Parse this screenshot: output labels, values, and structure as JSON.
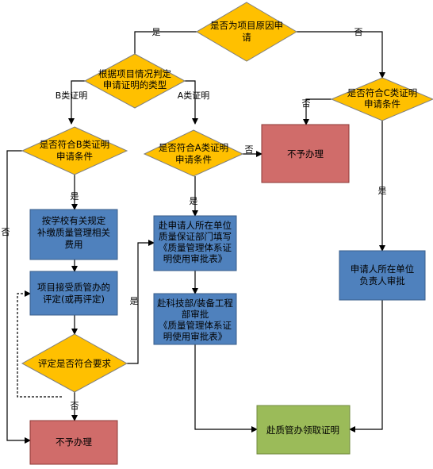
{
  "decisions": {
    "project_reason": [
      "是否为项目原因申",
      "请"
    ],
    "cert_type": [
      "根据项目情况判定",
      "申请证明的类型"
    ],
    "b_conditions": [
      "是否符合B类证明",
      "申请条件"
    ],
    "a_conditions": [
      "是否符合A类证明",
      "申请条件"
    ],
    "c_conditions": [
      "是否符合C类证明",
      "申请条件"
    ],
    "meets_requirement": [
      "评定是否符合要求"
    ]
  },
  "processes": {
    "reject_top": [
      "不予办理"
    ],
    "reject_bottom": [
      "不予办理"
    ],
    "pay_fees": [
      "按学校有关规定",
      "补缴质量管理相关",
      "费用"
    ],
    "accept_evaluation": [
      "项目接受质管办的",
      "评定(或再评定)"
    ],
    "fill_form": [
      "赴申请人所在单位",
      "质量保证部门填写",
      "《质量管理体系证",
      "明使用审批表》"
    ],
    "dept_approval": [
      "赴科技部/装备工程",
      "部审批",
      "《质量管理体系证",
      "明使用审批表》"
    ],
    "unit_approval": [
      "申请人所在单位",
      "负责人审批"
    ],
    "collect_cert": [
      "赴质管办领取证明"
    ]
  },
  "edge_labels": {
    "yes_left": "是",
    "no_right": "否",
    "b_type": "B类证明",
    "a_type": "A类证明",
    "c_no": "否",
    "c_yes": "是",
    "b_yes": "是",
    "b_no": "否",
    "a_yes": "是",
    "a_no": "否",
    "eval_yes": "是",
    "eval_no": "否"
  },
  "colors": {
    "decision_fill": "#ffc000",
    "decision_stroke": "#7f7f7f",
    "process_blue": "#4f81bd",
    "process_blue_stroke": "#385d8a",
    "reject_red": "#d06c6a",
    "reject_stroke": "#8c3836",
    "final_green": "#9bbb59",
    "final_stroke": "#71893f",
    "arrow": "#000000"
  }
}
